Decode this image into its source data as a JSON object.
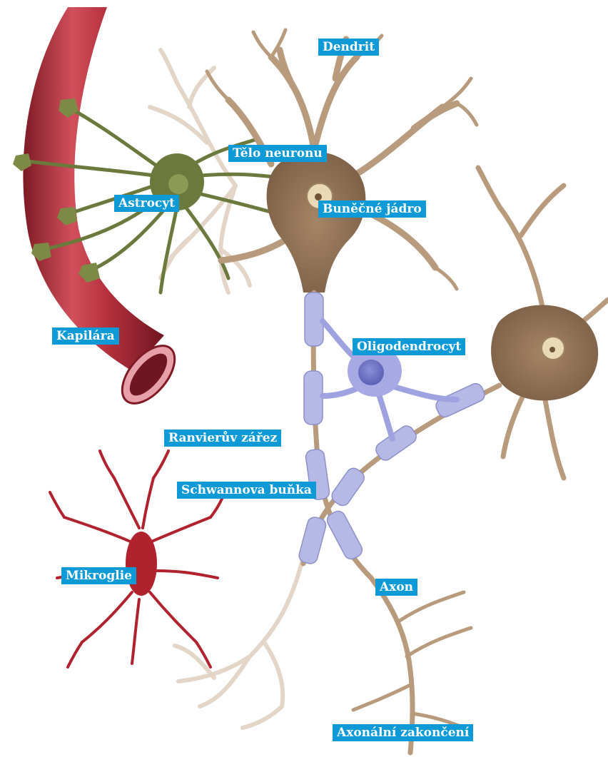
{
  "labels": {
    "dendrit": "Dendrit",
    "telo_neuronu": "Tělo neuronu",
    "astrocyt": "Astrocyt",
    "bunecne_jadro": "Buněčné jádro",
    "kapilara": "Kapilára",
    "oligodendrocyt": "Oligodendrocyt",
    "ranvieruv_zarez": "Ranvierův zářez",
    "schwannova_bunka": "Schwannova buňka",
    "mikroglie": "Mikroglie",
    "axon": "Axon",
    "axonalni_zakonceni": "Axonální zakončení"
  },
  "colors": {
    "label_background": "#0d9ad6",
    "label_text": "#ffffff",
    "neuron_fill": "#b79b7c",
    "neuron_body": "#8c6f55",
    "faded_neuron": "#e3d6c8",
    "myelin": "#b6b9e6",
    "capillary": "#b5303d",
    "astrocyte": "#6b7a3c",
    "microglia": "#b0222e"
  }
}
